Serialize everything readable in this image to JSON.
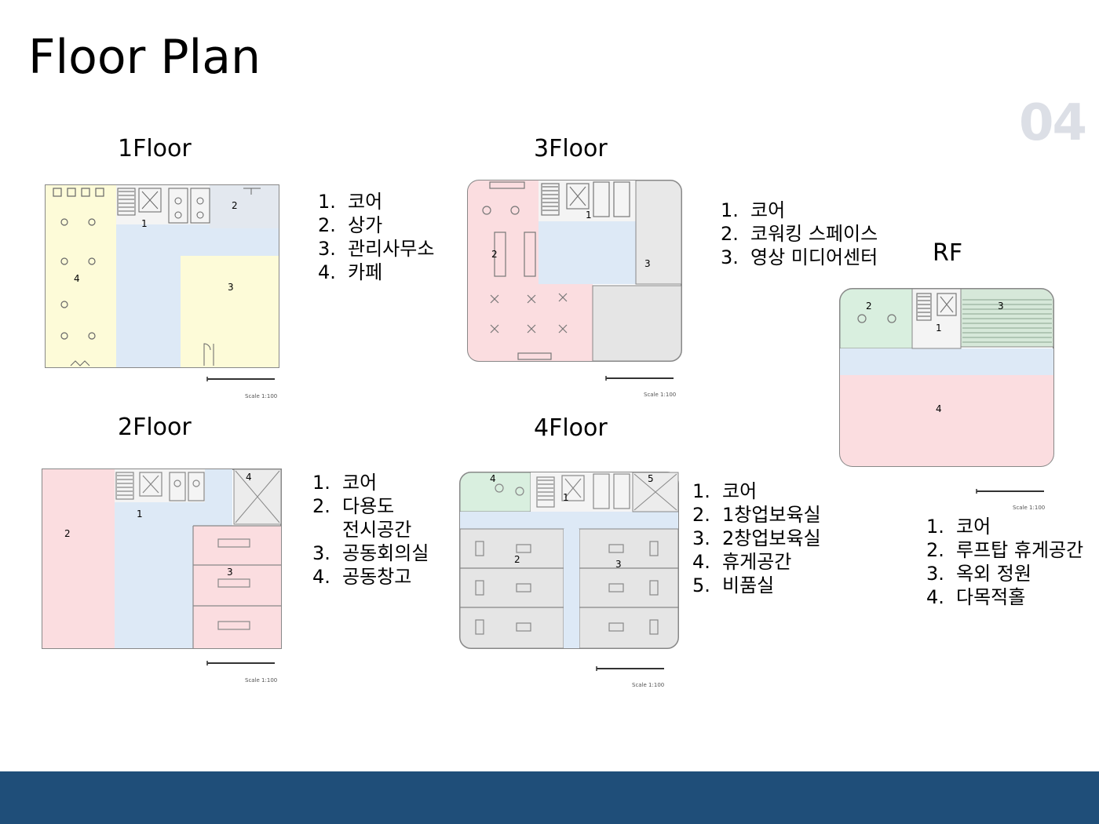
{
  "page": {
    "title": "Floor Plan",
    "number": "04"
  },
  "colors": {
    "footer": "#1f4e79",
    "core": "#dde9f6",
    "cafe": "#fdfbd8",
    "pink": "#fbdde0",
    "green": "#d9efdf",
    "gray": "#e5e5e5"
  },
  "scale_label": "Scale 1:100",
  "floors": {
    "f1": {
      "label": "1Floor",
      "items": [
        {
          "n": "1.",
          "t": "코어"
        },
        {
          "n": "2.",
          "t": "상가"
        },
        {
          "n": "3.",
          "t": "관리사무소"
        },
        {
          "n": "4.",
          "t": "카페"
        }
      ],
      "marks": [
        "1",
        "2",
        "3",
        "4"
      ]
    },
    "f2": {
      "label": "2Floor",
      "items": [
        {
          "n": "1.",
          "t": "코어"
        },
        {
          "n": "2.",
          "t": "다용도"
        },
        {
          "n": "",
          "t": "전시공간"
        },
        {
          "n": "3.",
          "t": "공동회의실"
        },
        {
          "n": "4.",
          "t": "공동창고"
        }
      ],
      "marks": [
        "1",
        "2",
        "3",
        "4"
      ]
    },
    "f3": {
      "label": "3Floor",
      "items": [
        {
          "n": "1.",
          "t": "코어"
        },
        {
          "n": "2.",
          "t": "코워킹 스페이스"
        },
        {
          "n": "3.",
          "t": "영상 미디어센터"
        }
      ],
      "marks": [
        "1",
        "2",
        "3"
      ]
    },
    "f4": {
      "label": "4Floor",
      "items": [
        {
          "n": "1.",
          "t": "코어"
        },
        {
          "n": "2.",
          "t": "1창업보육실"
        },
        {
          "n": "3.",
          "t": "2창업보육실"
        },
        {
          "n": "4.",
          "t": "휴게공간"
        },
        {
          "n": "5.",
          "t": "비품실"
        }
      ],
      "marks": [
        "1",
        "2",
        "3",
        "4",
        "5"
      ]
    },
    "rf": {
      "label": "RF",
      "items": [
        {
          "n": "1.",
          "t": "코어"
        },
        {
          "n": "2.",
          "t": "루프탑 휴게공간"
        },
        {
          "n": "3.",
          "t": "옥외 정원"
        },
        {
          "n": "4.",
          "t": "다목적홀"
        }
      ],
      "marks": [
        "1",
        "2",
        "3",
        "4"
      ]
    }
  }
}
